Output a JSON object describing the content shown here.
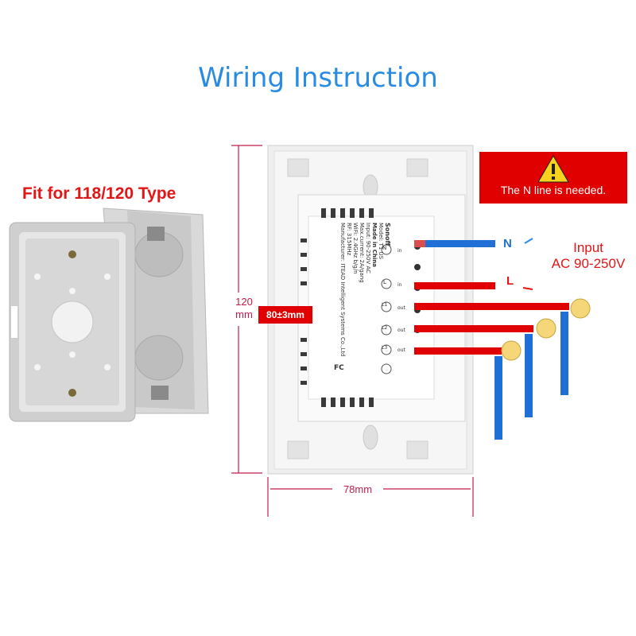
{
  "title": "Wiring Instruction",
  "fit_label": "Fit for 118/120 Type",
  "warning": {
    "text": "The N line is needed.",
    "icon": "warning-triangle-icon"
  },
  "dimensions": {
    "height": "120\nmm",
    "inner": "80±3mm",
    "width": "78mm"
  },
  "terminals": {
    "n": "N",
    "l": "L",
    "input_line1": "Input",
    "input_line2": "AC 90-250V"
  },
  "module_labels": {
    "brand": "Sonoff",
    "model": "Model: T1 US",
    "made_in": "Made in China",
    "input": "Input: 90-250V AC",
    "max_current": "Max.current: 2A/gang",
    "wifi": "WiFi: 2.4GHz b/g/n",
    "rf": "RF: 315MHz",
    "manufacturer": "Manufacturer: ITEAD Intelligent Systems Co.,Ltd",
    "term_in_n": "in",
    "term_in_l": "in",
    "term_out1": "out",
    "term_out2": "out",
    "term_out3": "out",
    "t_n": "N",
    "t_l": "L",
    "t_l1": "L1",
    "t_l2": "L2",
    "t_l3": "L3",
    "fcc": "FC"
  },
  "colors": {
    "title": "#2a8be3",
    "red": "#e00000",
    "blue": "#1f6fd6",
    "dim": "#c21d4a"
  }
}
